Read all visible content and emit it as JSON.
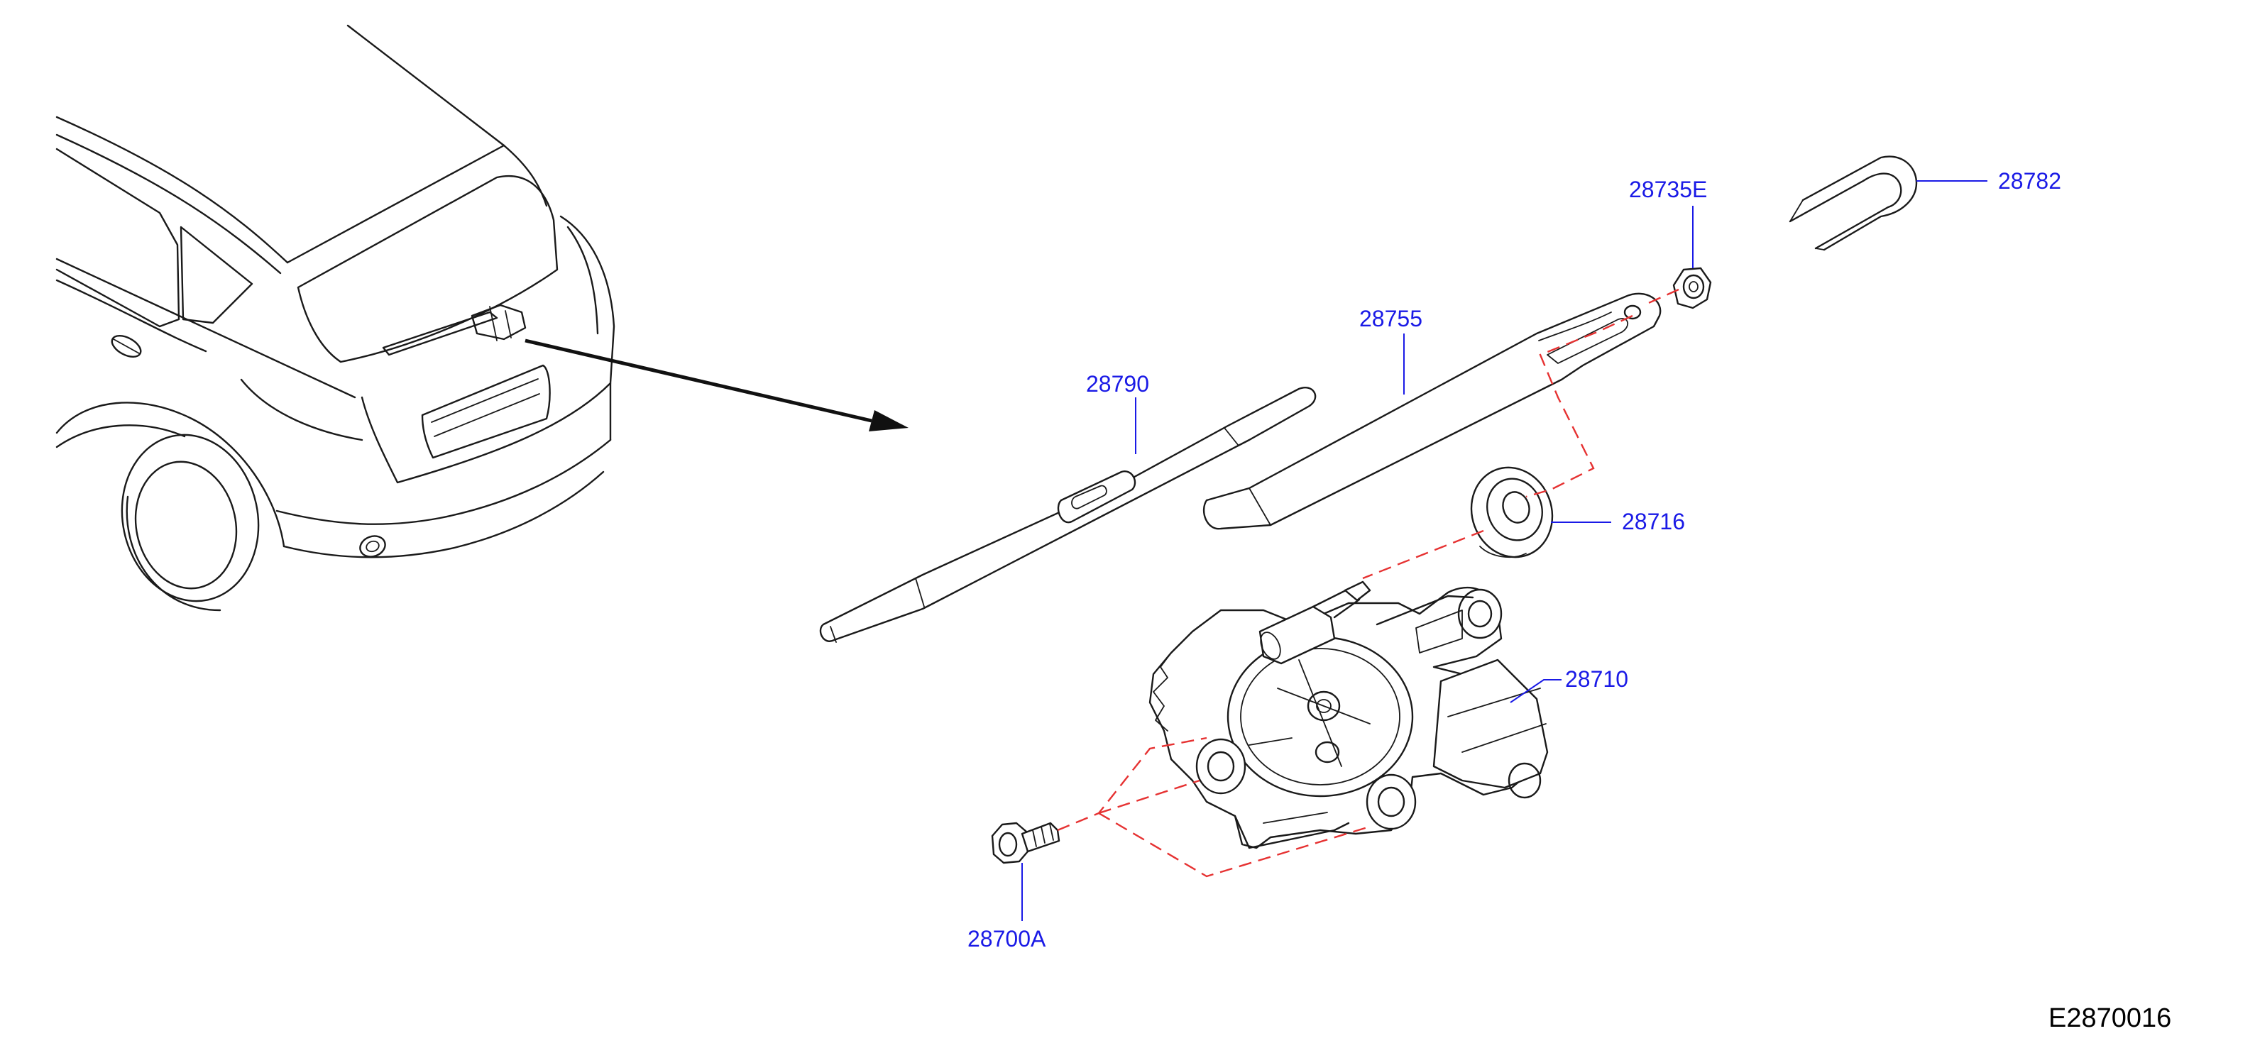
{
  "diagram": {
    "code": "E2870016",
    "colors": {
      "label": "#1a1ae6",
      "line": "#1a1a1a",
      "install_path": "#e63232"
    },
    "parts": [
      {
        "id": "28782",
        "label": "28782"
      },
      {
        "id": "28735E",
        "label": "28735E"
      },
      {
        "id": "28755",
        "label": "28755"
      },
      {
        "id": "28790",
        "label": "28790"
      },
      {
        "id": "28716",
        "label": "28716"
      },
      {
        "id": "28710",
        "label": "28710"
      },
      {
        "id": "28700A",
        "label": "28700A"
      }
    ]
  }
}
